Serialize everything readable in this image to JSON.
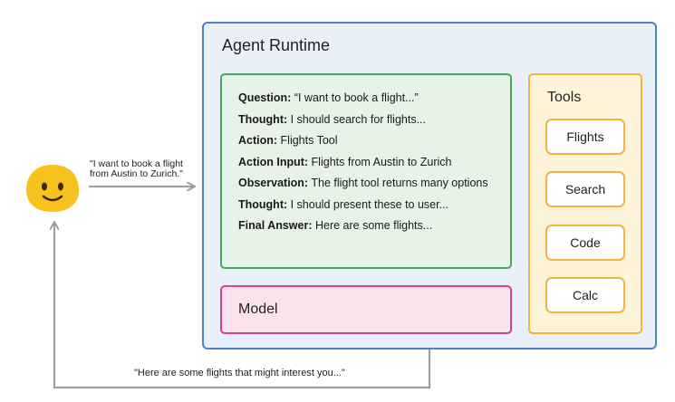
{
  "runtime": {
    "title": "Agent Runtime"
  },
  "react_trace": [
    {
      "key": "Question:",
      "value": " “I want to book a flight...”"
    },
    {
      "key": "Thought:",
      "value": " I should search for flights..."
    },
    {
      "key": "Action:",
      "value": " Flights Tool"
    },
    {
      "key": "Action Input:",
      "value": " Flights from Austin to Zurich"
    },
    {
      "key": "Observation:",
      "value": " The flight tool returns many options"
    },
    {
      "key": "Thought:",
      "value": " I should present these to user..."
    },
    {
      "key": "Final Answer:",
      "value": " Here are some flights..."
    }
  ],
  "model": {
    "label": "Model"
  },
  "tools": {
    "title": "Tools",
    "items": [
      "Flights",
      "Search",
      "Code",
      "Calc"
    ]
  },
  "user": {
    "icon": "smiley-face-icon",
    "request": "\"I want to book a flight\nfrom Austin to Zurich.\"",
    "response": "\"Here are some flights that might interest you...\""
  },
  "colors": {
    "runtime_bg": "#e9f0fa",
    "runtime_border": "#4a7fd1",
    "react_bg": "#e6f3e6",
    "react_border": "#48a95a",
    "model_bg": "#fbe3ee",
    "model_border": "#d63f8f",
    "tools_bg": "#fdf4da",
    "tools_border": "#f1b53a",
    "face": "#f8c21e",
    "arrow": "#a0a0a0"
  }
}
